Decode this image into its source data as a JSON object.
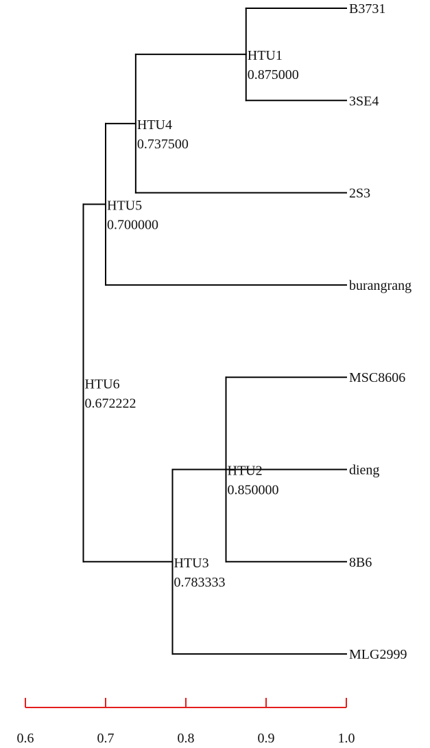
{
  "tree": {
    "leaves": [
      {
        "id": "B3731",
        "label": "B3731"
      },
      {
        "id": "3SE4",
        "label": "3SE4"
      },
      {
        "id": "2S3",
        "label": "2S3"
      },
      {
        "id": "burangrang",
        "label": "burangrang"
      },
      {
        "id": "MSC8606",
        "label": "MSC8606"
      },
      {
        "id": "dieng",
        "label": "dieng"
      },
      {
        "id": "8B6",
        "label": "8B6"
      },
      {
        "id": "MLG2999",
        "label": "MLG2999"
      }
    ],
    "nodes": [
      {
        "id": "HTU1",
        "label": "HTU1",
        "value": 0.875,
        "value_label": "0.875000",
        "children": [
          "B3731",
          "3SE4"
        ]
      },
      {
        "id": "HTU4",
        "label": "HTU4",
        "value": 0.7375,
        "value_label": "0.737500",
        "children": [
          "HTU1",
          "2S3"
        ]
      },
      {
        "id": "HTU5",
        "label": "HTU5",
        "value": 0.7,
        "value_label": "0.700000",
        "children": [
          "HTU4",
          "burangrang"
        ]
      },
      {
        "id": "HTU2",
        "label": "HTU2",
        "value": 0.85,
        "value_label": "0.850000",
        "children": [
          "MSC8606",
          "8B6"
        ]
      },
      {
        "id": "HTU3",
        "label": "HTU3",
        "value": 0.783333,
        "value_label": "0.783333",
        "children": [
          "HTU2",
          "MLG2999"
        ]
      },
      {
        "id": "HTU6",
        "label": "HTU6",
        "value": 0.672222,
        "value_label": "0.672222",
        "children": [
          "HTU5",
          "HTU3"
        ]
      }
    ],
    "extra_branches": [
      {
        "leaf": "dieng",
        "from_node": "HTU3"
      }
    ]
  },
  "scale": {
    "min": 0.6,
    "max": 1.0,
    "ticks": [
      {
        "value": 0.6,
        "label": "0.6"
      },
      {
        "value": 0.7,
        "label": "0.7"
      },
      {
        "value": 0.8,
        "label": "0.8"
      },
      {
        "value": 0.9,
        "label": "0.9"
      },
      {
        "value": 1.0,
        "label": "1.0"
      }
    ],
    "color": "#e41d1d"
  },
  "colors": {
    "branch": "#000000",
    "text": "#111111",
    "background": "#ffffff"
  }
}
